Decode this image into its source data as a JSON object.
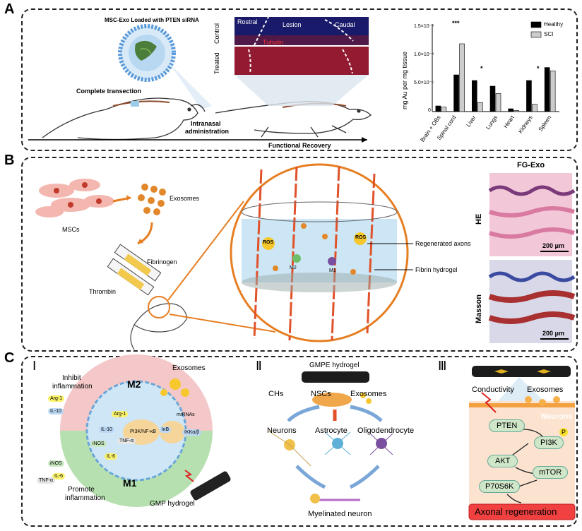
{
  "panels": {
    "a": "A",
    "b": "B",
    "c": "C"
  },
  "panel_a": {
    "title": "MSC-Exo Loaded with PTEN siRNA",
    "complete_transection": "Complete transection",
    "intranasal": "Intranasal",
    "administration": "administration",
    "functional_recovery": "Functional Recovery",
    "micro": {
      "rostral": "Rostral",
      "lesion": "Lesion",
      "caudal": "Caudal",
      "control": "Control",
      "treated": "Treated",
      "tubulin": "Tubulin"
    }
  },
  "chart_data": {
    "type": "bar",
    "ylabel": "mg Au per mg tissue",
    "yticks": [
      "0",
      "5.0×10⁻⁵",
      "1.0×10⁻⁴",
      "1.5×10⁻⁴"
    ],
    "ylim": [
      0,
      0.00015
    ],
    "categories": [
      "Brain + OBs",
      "Spinal cord",
      "Liver",
      "Lungs",
      "Heart",
      "Kidneys",
      "Spleen"
    ],
    "series": [
      {
        "name": "Healthy",
        "color": "#000000",
        "values": [
          1e-05,
          6.5e-05,
          5.5e-05,
          4.5e-05,
          5e-06,
          5.5e-05,
          7.8e-05
        ]
      },
      {
        "name": "SCI",
        "color": "#cccccc",
        "values": [
          8e-06,
          0.00012,
          1.6e-05,
          3.2e-05,
          2e-06,
          1.3e-05,
          7.2e-05
        ]
      }
    ],
    "significance": [
      "***",
      "*",
      "*"
    ],
    "legend": "top-right"
  },
  "panel_b": {
    "mscs": "MSCs",
    "exosomes": "Exosomes",
    "fibrinogen": "Fibrinogen",
    "thrombin": "Thrombin",
    "ros1": "ROS",
    "ros2": "ROS",
    "m1": "M1",
    "m2": "M2",
    "regenerated_axons": "Regenerated axons",
    "fibrin_hydrogel": "Fibrin hydrogel",
    "fg_exo": "FG-Exo",
    "he": "HE",
    "masson": "Masson",
    "scale1": "200 μm",
    "scale2": "200 μm"
  },
  "panel_c": {
    "I": {
      "numeral": "Ⅰ",
      "inhibit1": "Inhibit",
      "inhibit2": "inflammation",
      "m2": "M2",
      "m1": "M1",
      "exosomes": "Exosomes",
      "mirnas": "miRNAs",
      "arg1a": "Arg-1",
      "arg1b": "Arg-1",
      "l10a": "IL-10",
      "l10b": "IL-10",
      "inos1": "iNOS",
      "inos2": "iNOS",
      "tnfa": "TNF-α",
      "l6a": "IL-6",
      "l6b": "IL-6",
      "tnf2": "TNF-α",
      "pi3k": "PI3K/NF-κB",
      "ikb": "IκB",
      "ikka": "IKKα/β",
      "promote1": "Promote",
      "promote2": "inflammation",
      "gmp": "GMP hydrogel"
    },
    "II": {
      "numeral": "Ⅱ",
      "gmpe": "GMPE hydrogel",
      "chs": "CHs",
      "nscs": "NSCs",
      "exosomes": "Exosomes",
      "neurons": "Neurons",
      "astrocyte": "Astrocyte",
      "oligo": "Oligodendrocyte",
      "myelinated": "Myelinated neuron"
    },
    "III": {
      "numeral": "Ⅲ",
      "conductivity": "Conductivity",
      "exosomes": "Exosomes",
      "neurons": "Neurons",
      "pten": "PTEN",
      "pi3k": "PI3K",
      "akt": "AKT",
      "mtor": "mTOR",
      "p70": "P70S6K",
      "p": "P",
      "axonal": "Axonal regeneration"
    }
  }
}
